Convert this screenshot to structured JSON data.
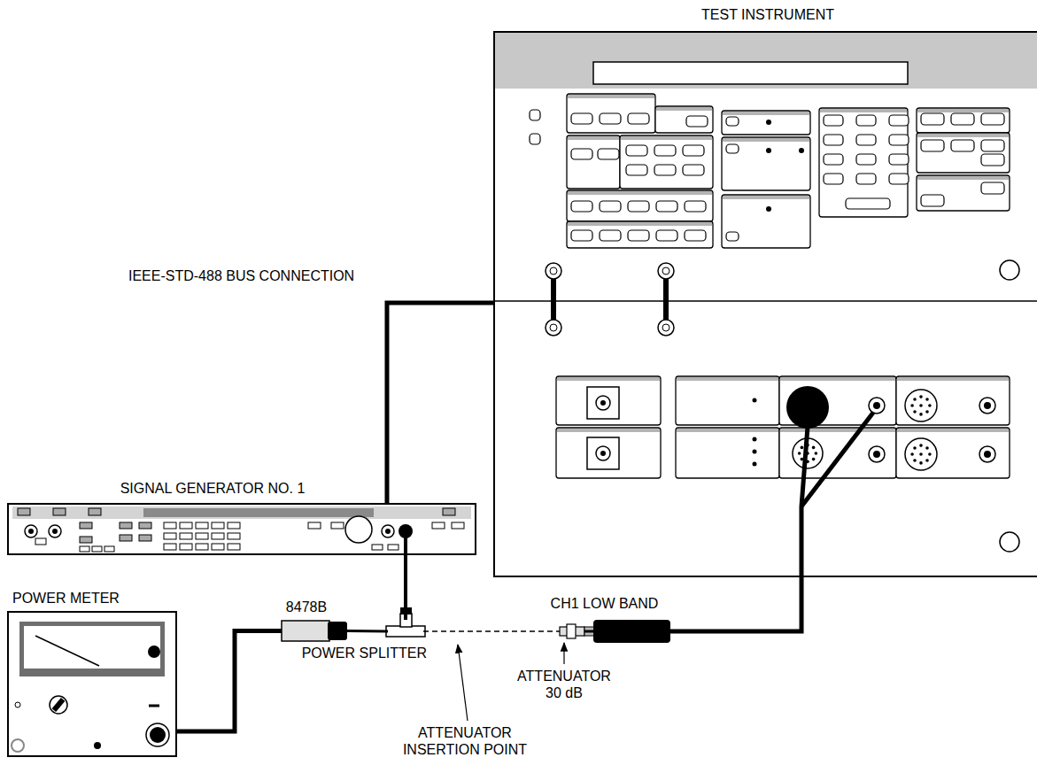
{
  "diagram": {
    "nodes": [
      {
        "text": [
          "TEST INSTRUMENT"
        ]
      },
      {
        "text": [
          "SIGNAL GENERATOR NO. 1"
        ]
      },
      {
        "text": [
          "POWER METER"
        ]
      },
      {
        "text": [
          "8478B"
        ]
      },
      {
        "text": [
          "POWER SPLITTER"
        ]
      },
      {
        "text": [
          "ATTENUATOR 30 dB"
        ]
      },
      {
        "text": [
          "CH1 LOW BAND"
        ]
      }
    ],
    "edges": [
      {
        "from": 1,
        "to": 0,
        "arrow": "none",
        "label": "IEEE-STD-488 BUS CONNECTION"
      },
      {
        "from": 1,
        "to": 4,
        "arrow": "none"
      },
      {
        "from": 2,
        "to": 3,
        "arrow": "none"
      },
      {
        "from": 3,
        "to": 4,
        "arrow": "none"
      },
      {
        "from": 4,
        "to": 5,
        "arrow": "none"
      },
      {
        "from": 5,
        "to": 6,
        "arrow": "none"
      },
      {
        "from": 6,
        "to": 0,
        "arrow": "none"
      }
    ],
    "labels": [
      "ATTENUATOR INSERTION POINT"
    ]
  }
}
